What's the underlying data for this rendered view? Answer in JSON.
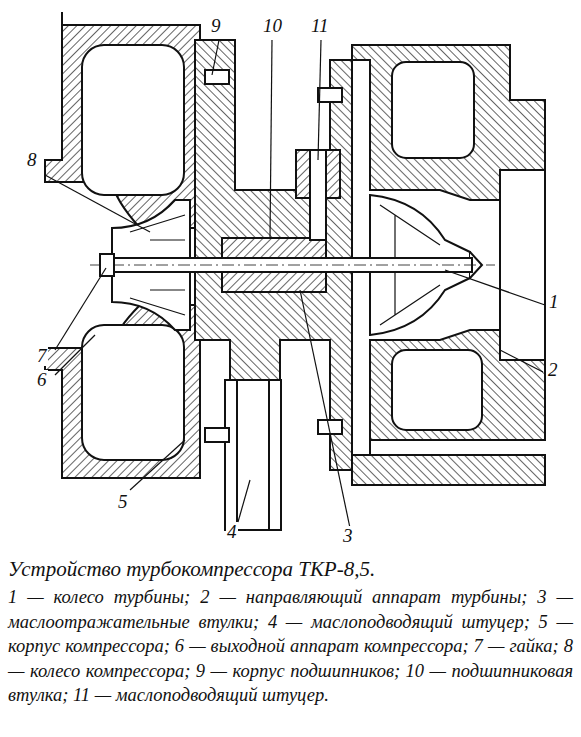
{
  "diagram": {
    "caption": "Устройство турбокомпрессора ТКР-8,5.",
    "labels": [
      "9",
      "10",
      "11",
      "8",
      "1",
      "2",
      "7",
      "6",
      "5",
      "4",
      "3",
      "1 — колесо турбины; 2 — направляющий аппарат турбины; 3 — маслоотражательные втулки; 4 — маслоподводящий штуцер; 5 — корпус компрессора; 6 — выходной аппарат компрессора; 7 — гайка; 8 — колесо компрессора; 9 — корпус подшипников; 10 — подшипниковая втулка; 11 — маслоподводящий штуцер."
    ]
  }
}
